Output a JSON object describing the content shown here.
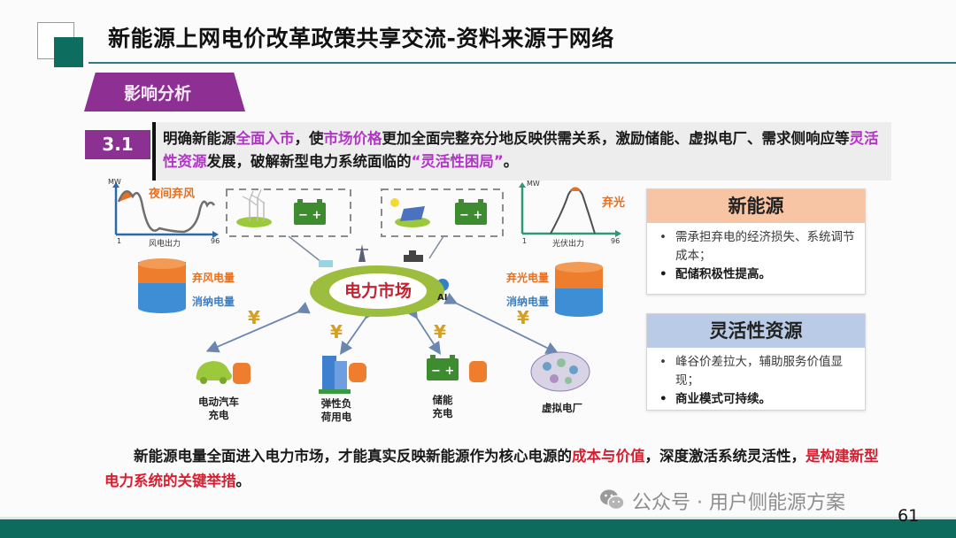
{
  "header": {
    "title": "新能源上网电价改革政策共享交流-资料来源于网络",
    "section_tag": "影响分析"
  },
  "intro": {
    "number": "3.1",
    "segments": [
      {
        "text": "明确新能源",
        "style": "normal"
      },
      {
        "text": "全面入市",
        "style": "purple"
      },
      {
        "text": "，使",
        "style": "normal"
      },
      {
        "text": "市场价格",
        "style": "purple"
      },
      {
        "text": "更加全面完整充分地反映供需关系，激励储能、虚拟电厂、需求侧响应等",
        "style": "normal"
      },
      {
        "text": "灵活性资源",
        "style": "purple"
      },
      {
        "text": "发展，破解新型电力系统面临的",
        "style": "normal"
      },
      {
        "text": "“灵活性困局”",
        "style": "purple"
      },
      {
        "text": "。",
        "style": "normal"
      }
    ]
  },
  "diagram": {
    "wind_chart": {
      "y_label": "MW",
      "x_start": "1",
      "x_end": "96",
      "x_label": "风电出力",
      "annotation": "夜间弃风"
    },
    "solar_chart": {
      "y_label": "MW",
      "x_start": "1",
      "x_end": "96",
      "x_label": "光伏出力",
      "annotation": "弃光"
    },
    "wind_cylinder": {
      "top_label": "弃风电量",
      "bottom_label": "消纳电量"
    },
    "solar_cylinder": {
      "top_label": "弃光电量",
      "bottom_label": "消纳电量"
    },
    "market": {
      "label": "电力市场",
      "ai_label": "AI"
    },
    "yen_symbol": "¥",
    "participants": [
      {
        "label_line1": "电动汽车",
        "label_line2": "充电",
        "icon": "electric-car-icon"
      },
      {
        "label_line1": "弹性负",
        "label_line2": "荷用电",
        "icon": "building-icon"
      },
      {
        "label_line1": "储能",
        "label_line2": "充电",
        "icon": "battery-icon"
      },
      {
        "label_line1": "虚拟电厂",
        "label_line2": "",
        "icon": "virtual-plant-icon"
      }
    ],
    "battery_signs": {
      "minus": "−",
      "plus": "+"
    }
  },
  "cards": [
    {
      "title": "新能源",
      "header_color": "#f7c5a4",
      "items": [
        {
          "text": "需承担弃电的经济损失、系统调节成本；",
          "bold": false
        },
        {
          "text": "配储积极性提高。",
          "bold": true
        }
      ]
    },
    {
      "title": "灵活性资源",
      "header_color": "#b9cbe6",
      "items": [
        {
          "text": "峰谷价差拉大，辅助服务价值显现；",
          "bold": false
        },
        {
          "text": "商业模式可持续。",
          "bold": true
        }
      ]
    }
  ],
  "conclusion": {
    "indent": "　　",
    "part1": "新能源电量全面进入电力市场，才能真实反映新能源作为核心电源的",
    "red1": "成本与价值",
    "part2": "，深度激活系统灵活性，",
    "red2": "是构建新型电力系统的关键举措",
    "end": "。"
  },
  "footer": {
    "watermark": "公众号 · 用户侧能源方案",
    "page_number": "61"
  },
  "colors": {
    "brand_green": "#0d6e5f",
    "section_purple": "#8d2f93",
    "highlight_purple": "#b236c6",
    "highlight_red": "#d71f31",
    "orange": "#e8701f",
    "blue": "#3a7fc6"
  }
}
